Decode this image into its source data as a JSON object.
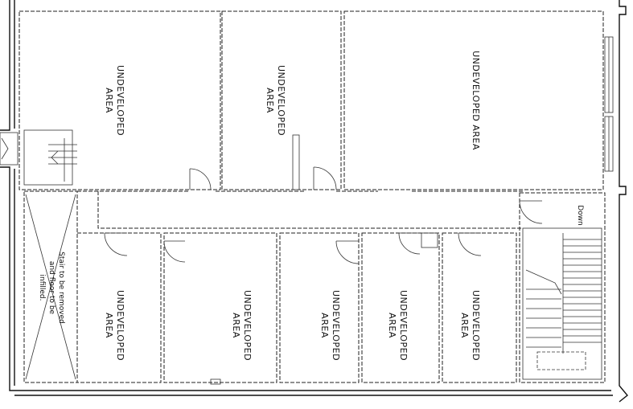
{
  "rooms": {
    "upper_left": [
      "UNDEVELOPED",
      "AREA"
    ],
    "upper_middle": [
      "UNDEVELOPED",
      "AREA"
    ],
    "upper_right": [
      "UNDEVELOPED AREA"
    ],
    "lower_1": [
      "UNDEVELOPED",
      "AREA"
    ],
    "lower_2": [
      "UNDEVELOPED",
      "AREA"
    ],
    "lower_3": [
      "UNDEVELOPED",
      "AREA"
    ],
    "lower_4": [
      "UNDEVELOPED",
      "AREA"
    ],
    "lower_5": [
      "UNDEVELOPED",
      "AREA"
    ]
  },
  "notes": {
    "stair_removed": [
      "Stair to be removed",
      "and floor to be",
      "infilled."
    ],
    "stair_direction": "Down"
  },
  "colors": {
    "line": "#222222",
    "hatch": "#9a9a9a",
    "background": "#ffffff"
  }
}
